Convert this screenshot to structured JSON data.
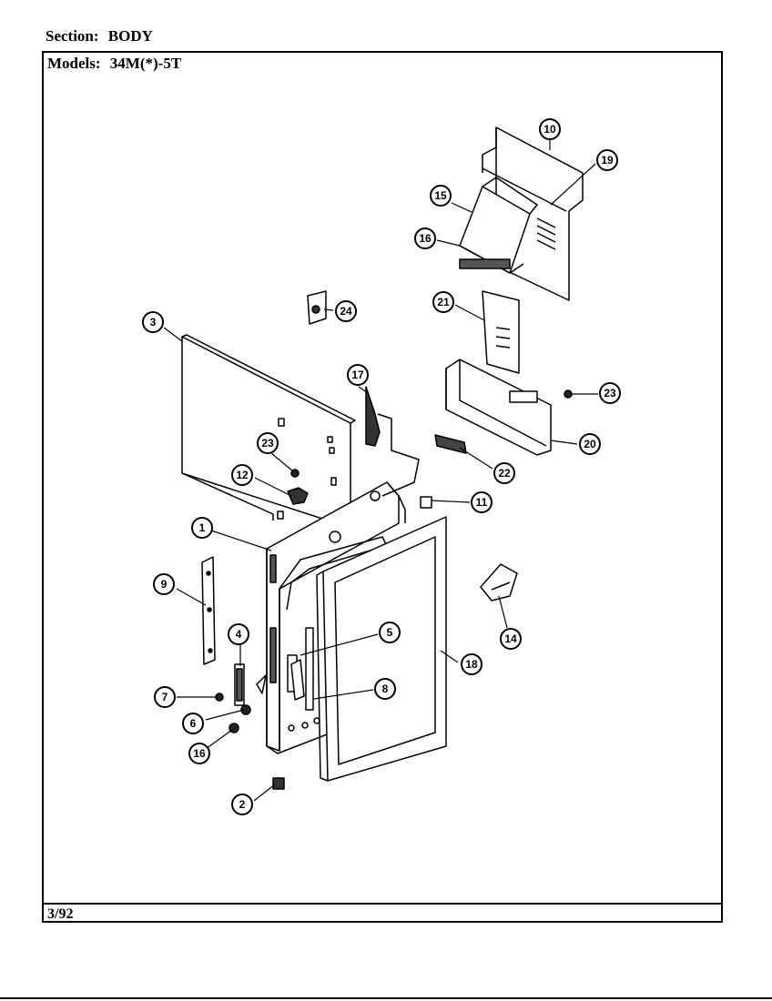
{
  "header": {
    "section_label": "Section:",
    "section_value": "BODY",
    "models_label": "Models:",
    "models_value": "34M(*)-5T"
  },
  "footer": {
    "date": "3/92"
  },
  "callouts": [
    {
      "id": "1",
      "label": "1"
    },
    {
      "id": "2",
      "label": "2"
    },
    {
      "id": "3",
      "label": "3"
    },
    {
      "id": "4",
      "label": "4"
    },
    {
      "id": "5",
      "label": "5"
    },
    {
      "id": "6a",
      "label": "6"
    },
    {
      "id": "7",
      "label": "7"
    },
    {
      "id": "8",
      "label": "8"
    },
    {
      "id": "9",
      "label": "9"
    },
    {
      "id": "10",
      "label": "10"
    },
    {
      "id": "11",
      "label": "11"
    },
    {
      "id": "12",
      "label": "12"
    },
    {
      "id": "14",
      "label": "14"
    },
    {
      "id": "15",
      "label": "15"
    },
    {
      "id": "16a",
      "label": "16"
    },
    {
      "id": "16b",
      "label": "16"
    },
    {
      "id": "17",
      "label": "17"
    },
    {
      "id": "18",
      "label": "18"
    },
    {
      "id": "19",
      "label": "19"
    },
    {
      "id": "20",
      "label": "20"
    },
    {
      "id": "21",
      "label": "21"
    },
    {
      "id": "22",
      "label": "22"
    },
    {
      "id": "23a",
      "label": "23"
    },
    {
      "id": "23b",
      "label": "23"
    },
    {
      "id": "24",
      "label": "24"
    }
  ]
}
